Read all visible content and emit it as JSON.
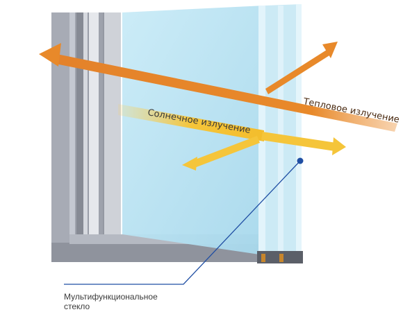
{
  "labels": {
    "heat_radiation": "Тепловое излучение",
    "solar_radiation": "Солнечное излучение",
    "callout_line1": "Мультифункциональное",
    "callout_line2": "стекло"
  },
  "colors": {
    "frame": "#9fa3ad",
    "frame_dark": "#7c808a",
    "glass": "#b9e2f2",
    "glass_edge": "#d9f1fa",
    "heat_arrow": "#e8892a",
    "solar_arrow": "#f5c53a",
    "callout": "#1f4ea3"
  },
  "icons": {
    "heat_arrow": "double-headed-arrow",
    "solar_arrow": "branching-arrow",
    "callout_marker": "dot"
  }
}
